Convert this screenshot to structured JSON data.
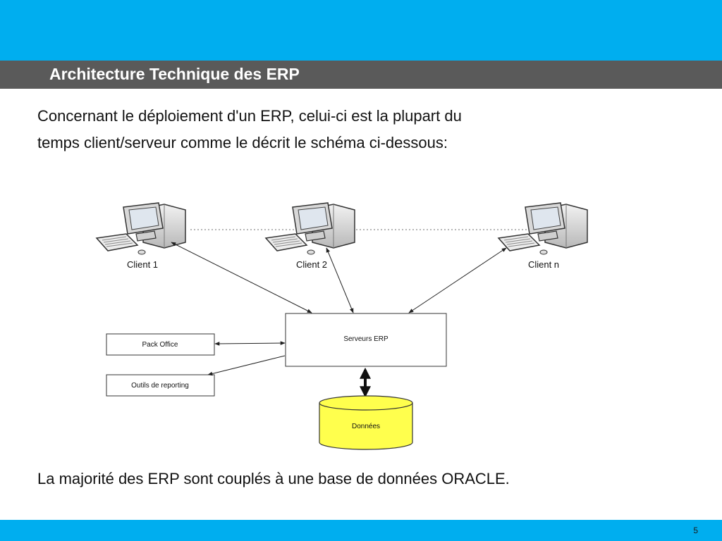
{
  "slide": {
    "title": "Architecture Technique des ERP",
    "intro_line1": "Concernant le déploiement d'un ERP, celui-ci est la plupart du",
    "intro_line2": "temps client/serveur comme le décrit le schéma ci-dessous:",
    "footer": "La majorité des ERP sont couplés à une base de données ORACLE.",
    "page_number": "5"
  },
  "diagram": {
    "clients": [
      "Client 1",
      "Client 2",
      "Client n"
    ],
    "server": "Serveurs ERP",
    "pack_office": "Pack Office",
    "reporting": "Outils de reporting",
    "database": "Données"
  },
  "colors": {
    "accent": "#00aeef",
    "title_bar": "#5a5a5a",
    "database_fill": "#ffff4d"
  }
}
